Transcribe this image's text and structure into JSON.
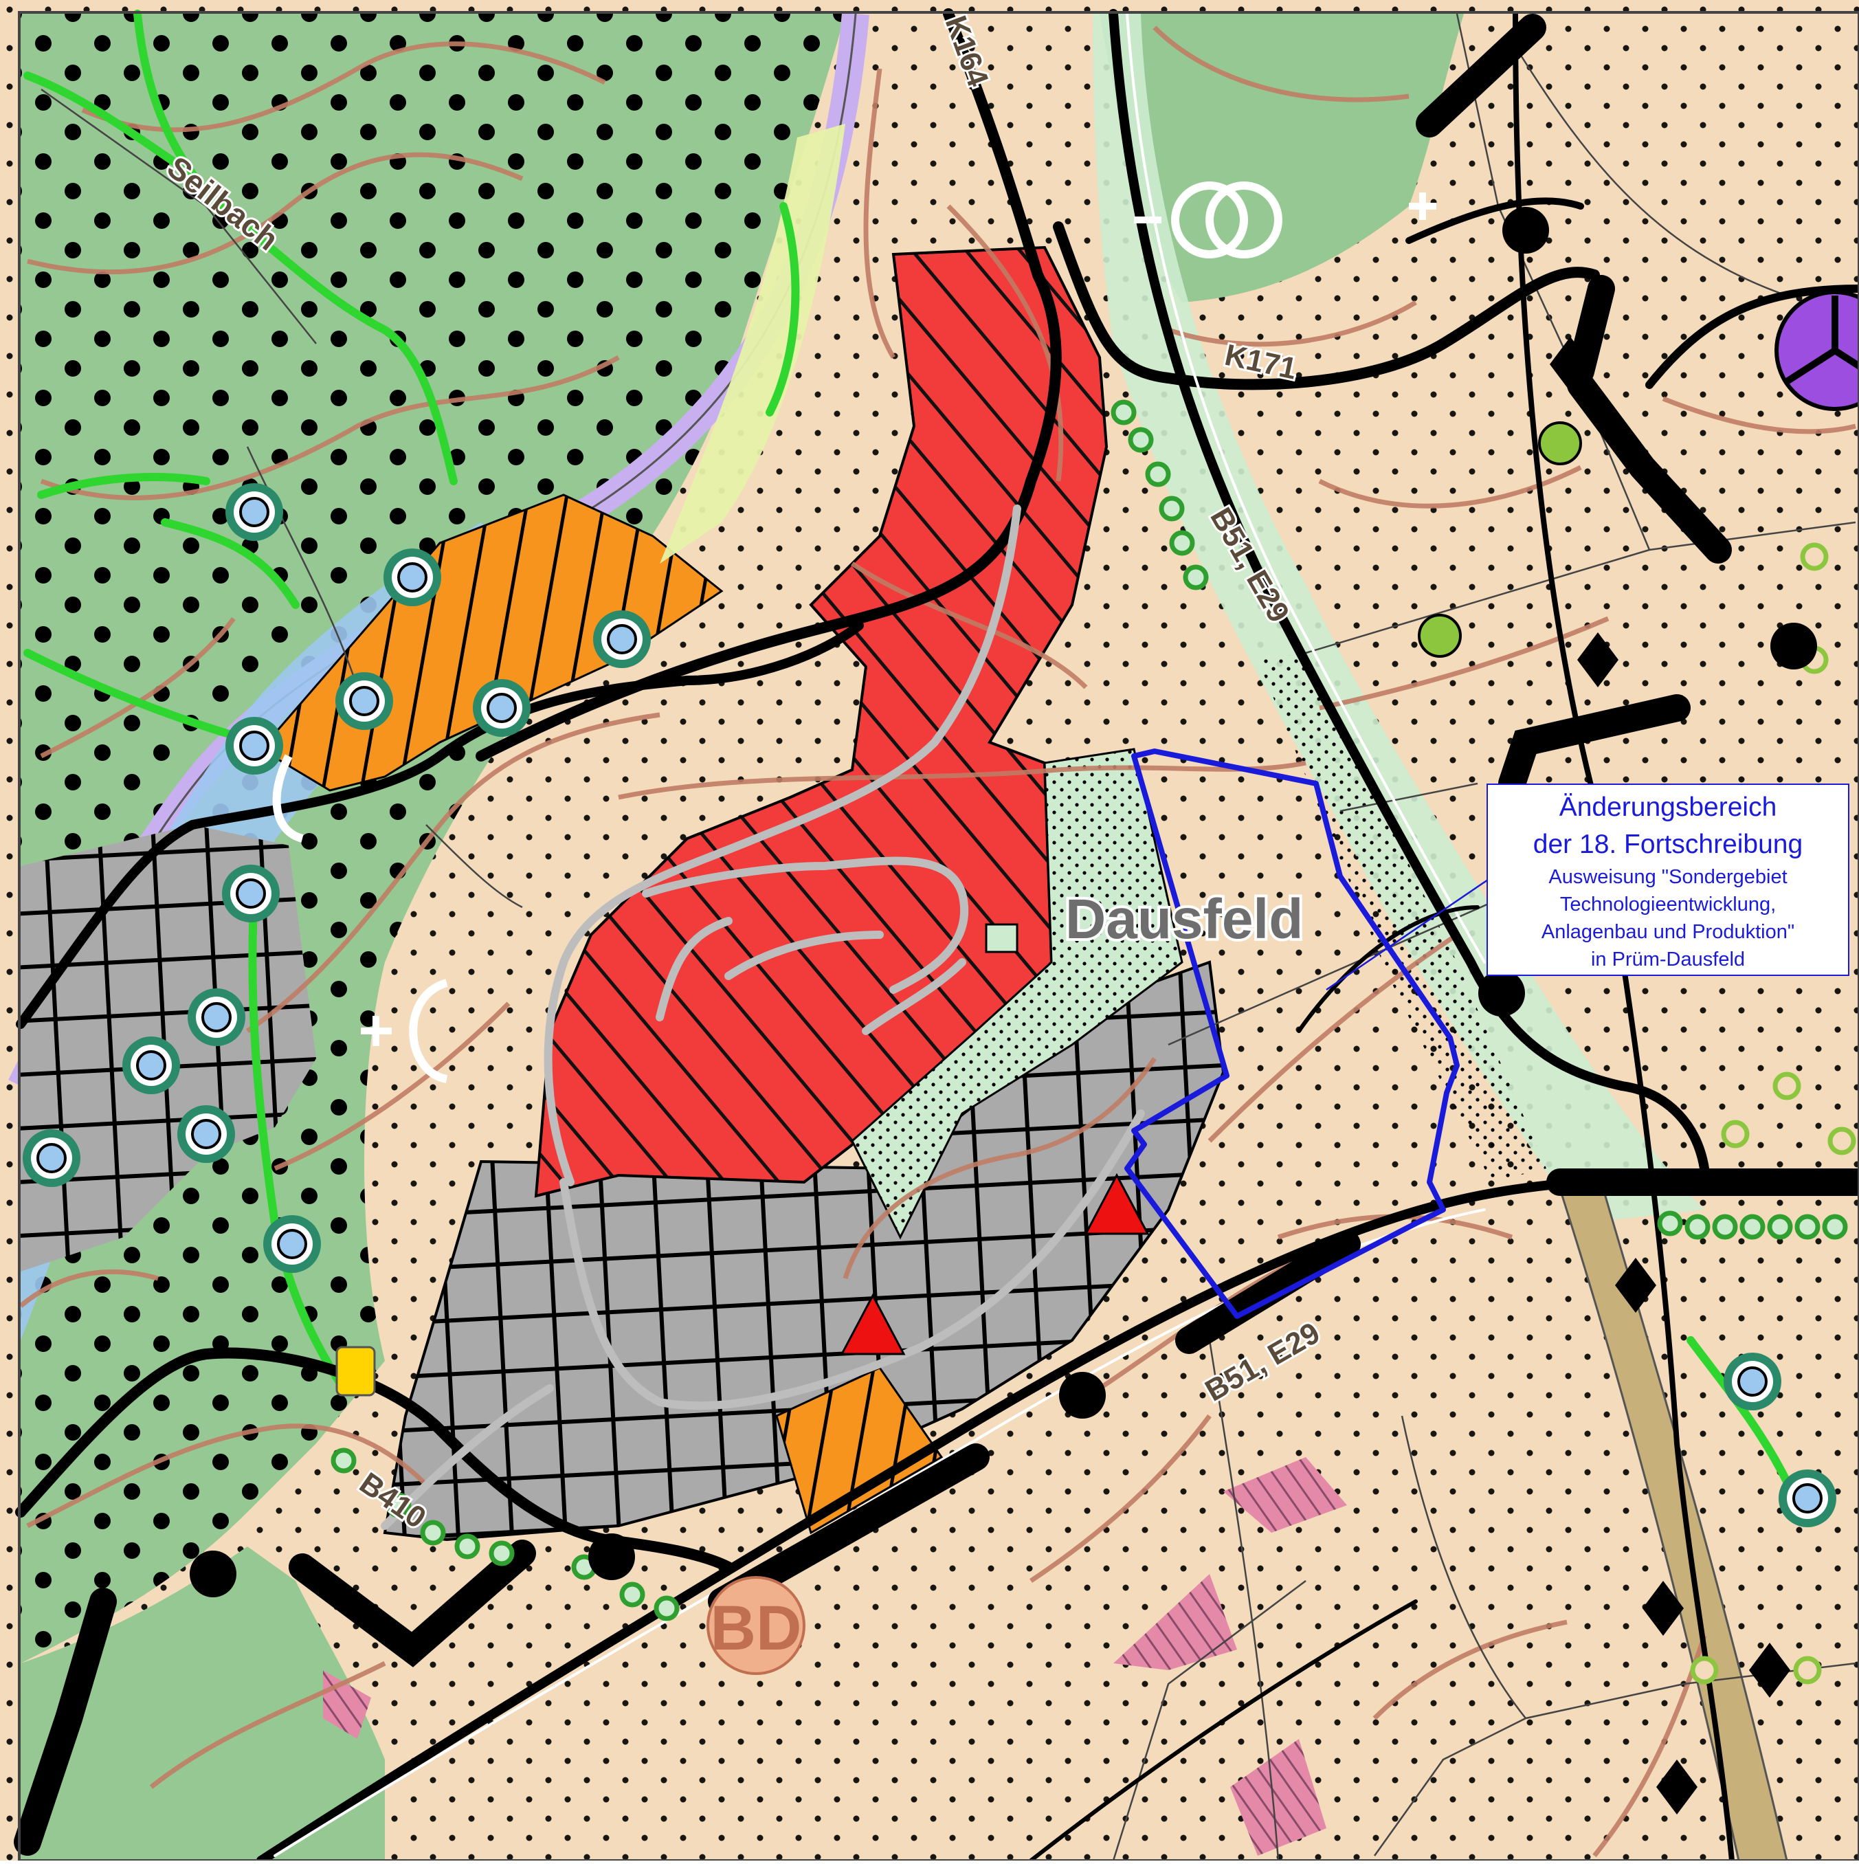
{
  "map": {
    "place_name": "Dausfeld",
    "water_name": "Seilbach",
    "road_labels": {
      "k164": "K164",
      "k171": "K171",
      "b51_north": "B51, E29",
      "b51_south": "B51, E29",
      "b410": "B410",
      "bd_symbol": "BD"
    },
    "colors": {
      "forest": "#96c893",
      "agriculture": "#f3dbbc",
      "settlement_red": "#f23b3b",
      "industrial_gray": "#aaaaaa",
      "orange_zone": "#f7941d",
      "change_area_outline": "#1a1adb",
      "contour": "#c07c64",
      "road": "#000000",
      "stream": "#2fd62f",
      "river_purple": "#c8b0f0",
      "water_blue": "#9cc8f0",
      "light_green_zone": "#cdeccf",
      "pink_zone": "#e48aa8"
    },
    "icons": [
      "wind-turbine-icon",
      "triangle-marker-icon",
      "well-circle-icon",
      "plus-icon"
    ]
  },
  "legend": {
    "title_line1": "Änderungsbereich",
    "title_line2": "der 18. Fortschreibung",
    "desc_line1": "Ausweisung \"Sondergebiet",
    "desc_line2": "Technologieentwicklung,",
    "desc_line3": "Anlagenbau und Produktion\"",
    "desc_line4": "in Prüm-Dausfeld"
  }
}
